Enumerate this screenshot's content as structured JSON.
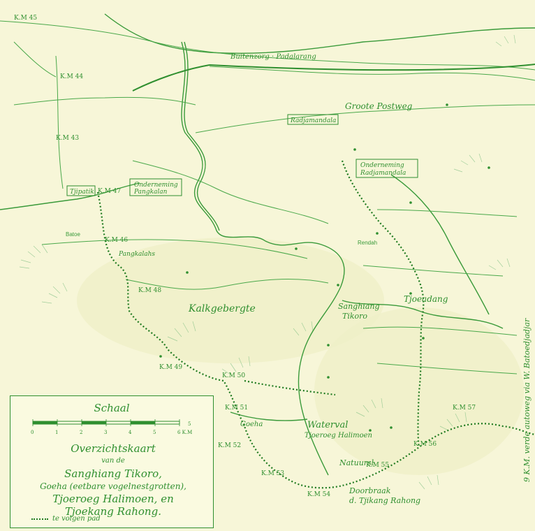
{
  "map": {
    "background": "#f7f6d8",
    "ink": "#2f8f2f",
    "route_color": "#1f7a1f",
    "labels": {
      "kalkgebergte": "Kalkgebergte",
      "sanghiang": "Sanghiang",
      "tikoro": "Tikoro",
      "tjoeadang": "Tjoeadang",
      "waterval": "Waterval",
      "tjoeroeg_halimoen": "Tjoeroeg Halimoen",
      "doorbraak": "Doorbraak",
      "tjikang_rahong": "d. Tjikang Rahong",
      "natuursl": "Natuursl",
      "goeha": "Goeha",
      "groote_postweg": "Groote Postweg",
      "padalarang": "Buitenzorg · Padalarang",
      "rendah": "Rendah",
      "batoe": "Batoe",
      "pangkalahs": "Pangkalahs",
      "dj_batoedjadjar": "via W. Batoedjadjar"
    },
    "boxed": {
      "onderneming_pangkalan": [
        "Onderneming",
        "Pangkalan"
      ],
      "onderneming_radjamandala": [
        "Onderneming",
        "Radjamandala"
      ],
      "tjipatik": "Tjipatik",
      "radjamandala": "Radjamandala"
    },
    "km_markers": {
      "km45": "K.M 45",
      "km44": "K.M 44",
      "km43": "K.M 43",
      "km46": "K.M 46",
      "km47": "K.M 47",
      "km48": "K.M 48",
      "km49": "K.M 49",
      "km50": "K.M 50",
      "km51": "K.M 51",
      "km52": "K.M 52",
      "km53": "K.M 53",
      "km54": "K.M 54",
      "km55": "K.M 55",
      "km56": "K.M 56",
      "km57": "K.M 57"
    },
    "right_margin": "9 K.M. verde autoweg via W. Batoedjadjar"
  },
  "legend": {
    "scale_title": "Schaal",
    "scale_ticks": [
      "0",
      "1",
      "2",
      "3",
      "4",
      "5",
      "6 K.M",
      "5"
    ],
    "title_lines": [
      "Overzichtskaart",
      "van de",
      "Sanghiang Tikoro,",
      "Goeha (eetbare vogelnestgrotten),",
      "Tjoeroeg Halimoen, en",
      "Tjoekang Rahong."
    ],
    "route_note": "te volgen pad"
  }
}
